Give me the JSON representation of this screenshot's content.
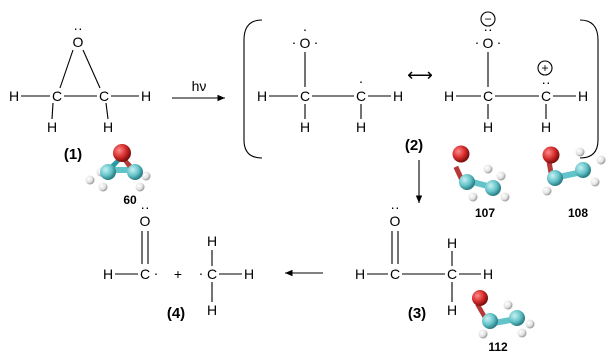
{
  "diagram": {
    "condition": "hν",
    "resonance_symbol": "⟷",
    "plus": "+",
    "radical_dot": "·",
    "lone_pair": "··",
    "charge_minus": "−",
    "charge_plus": "+",
    "atoms": {
      "O": "O",
      "C": "C",
      "H": "H"
    },
    "structures": {
      "s1": {
        "label": "(1)",
        "model_number": "60"
      },
      "s2": {
        "label": "(2)",
        "model_numbers": [
          "107",
          "108"
        ]
      },
      "s3": {
        "label": "(3)",
        "model_number": "112"
      },
      "s4": {
        "label": "(4)"
      }
    },
    "colors": {
      "oxygen": "#d42a2a",
      "carbon": "#62c3c8",
      "hydrogen": "#e2e2e2"
    }
  }
}
